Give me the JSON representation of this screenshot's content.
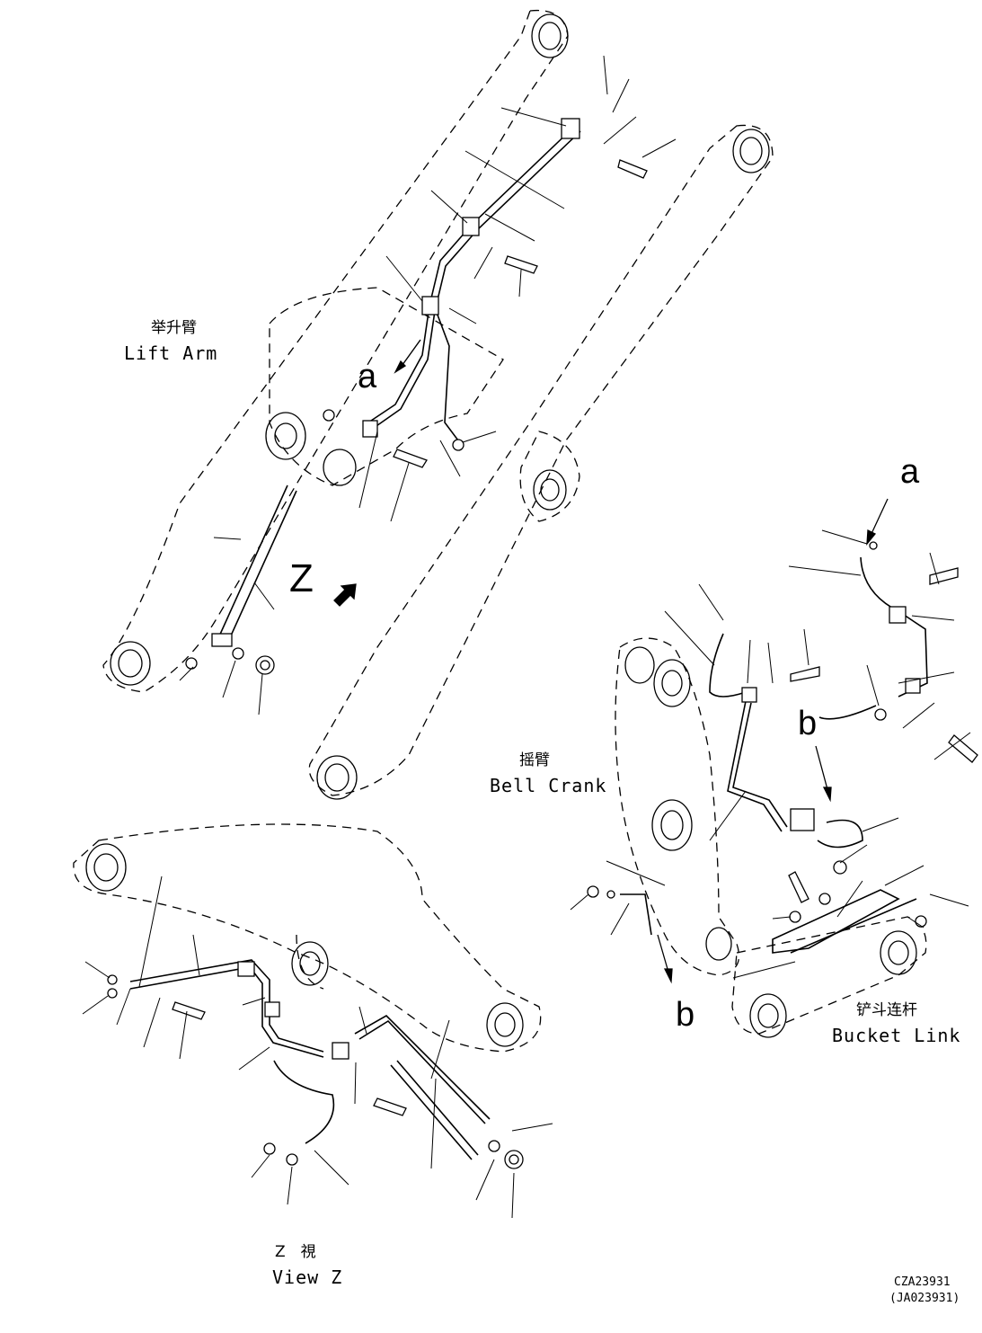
{
  "labels": {
    "lift_arm_cn": "举升臂",
    "lift_arm_en": "Lift Arm",
    "bell_crank_cn": "摇臂",
    "bell_crank_en": "Bell Crank",
    "bucket_link_cn": "铲斗连杆",
    "bucket_link_en": "Bucket Link",
    "view_z_cn": "Z　視",
    "view_z_en": "View Z"
  },
  "markers": {
    "a_main": "a",
    "a_detail": "a",
    "b_detail_top": "b",
    "b_detail_bottom": "b",
    "z_arrow": "Z"
  },
  "drawing_codes": {
    "primary": "CZA23931",
    "secondary": "(JA023931)"
  },
  "colors": {
    "ink": "#000000",
    "paper": "#ffffff"
  }
}
